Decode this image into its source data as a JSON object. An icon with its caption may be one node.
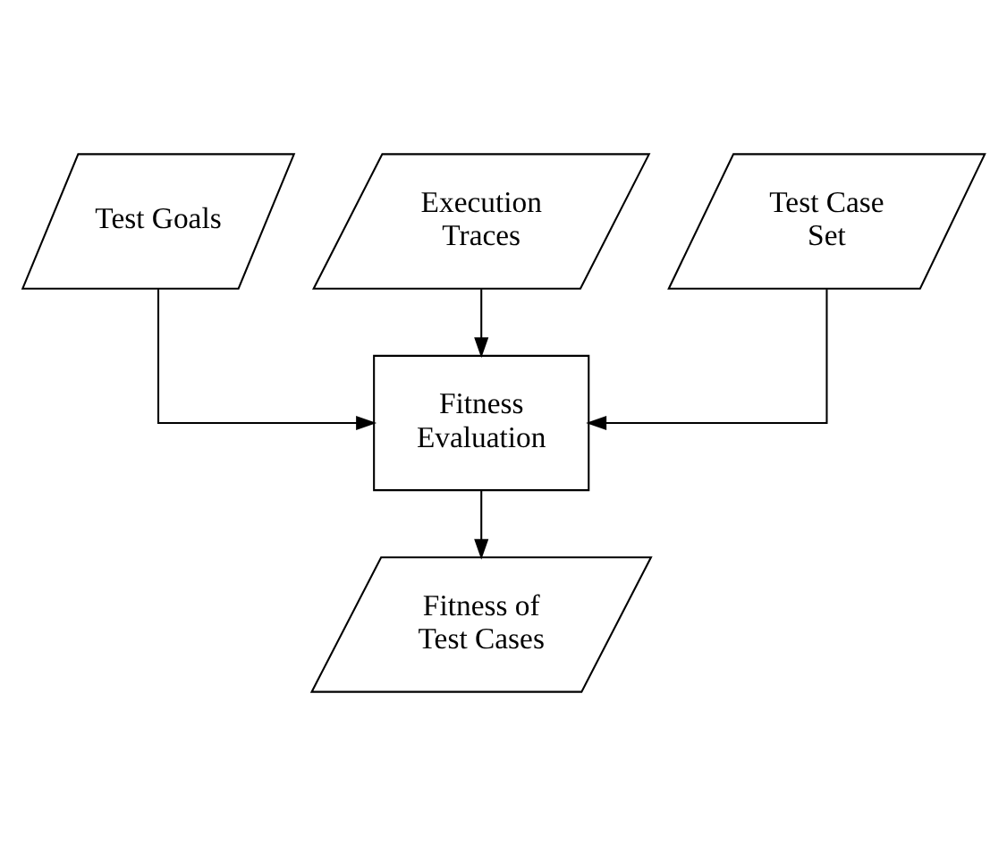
{
  "diagram": {
    "nodes": [
      {
        "text": [
          "Test Goals"
        ]
      },
      {
        "text": [
          "Execution Traces"
        ]
      },
      {
        "text": [
          "Test Case Set"
        ]
      },
      {
        "text": [
          "Fitness Evaluation"
        ]
      },
      {
        "text": [
          "Fitness of Test Cases"
        ]
      }
    ],
    "edges": [
      {
        "from": 0,
        "to": 3,
        "arrow": "to"
      },
      {
        "from": 1,
        "to": 3,
        "arrow": "to"
      },
      {
        "from": 2,
        "to": 3,
        "arrow": "to"
      },
      {
        "from": 3,
        "to": 4,
        "arrow": "to"
      }
    ]
  }
}
